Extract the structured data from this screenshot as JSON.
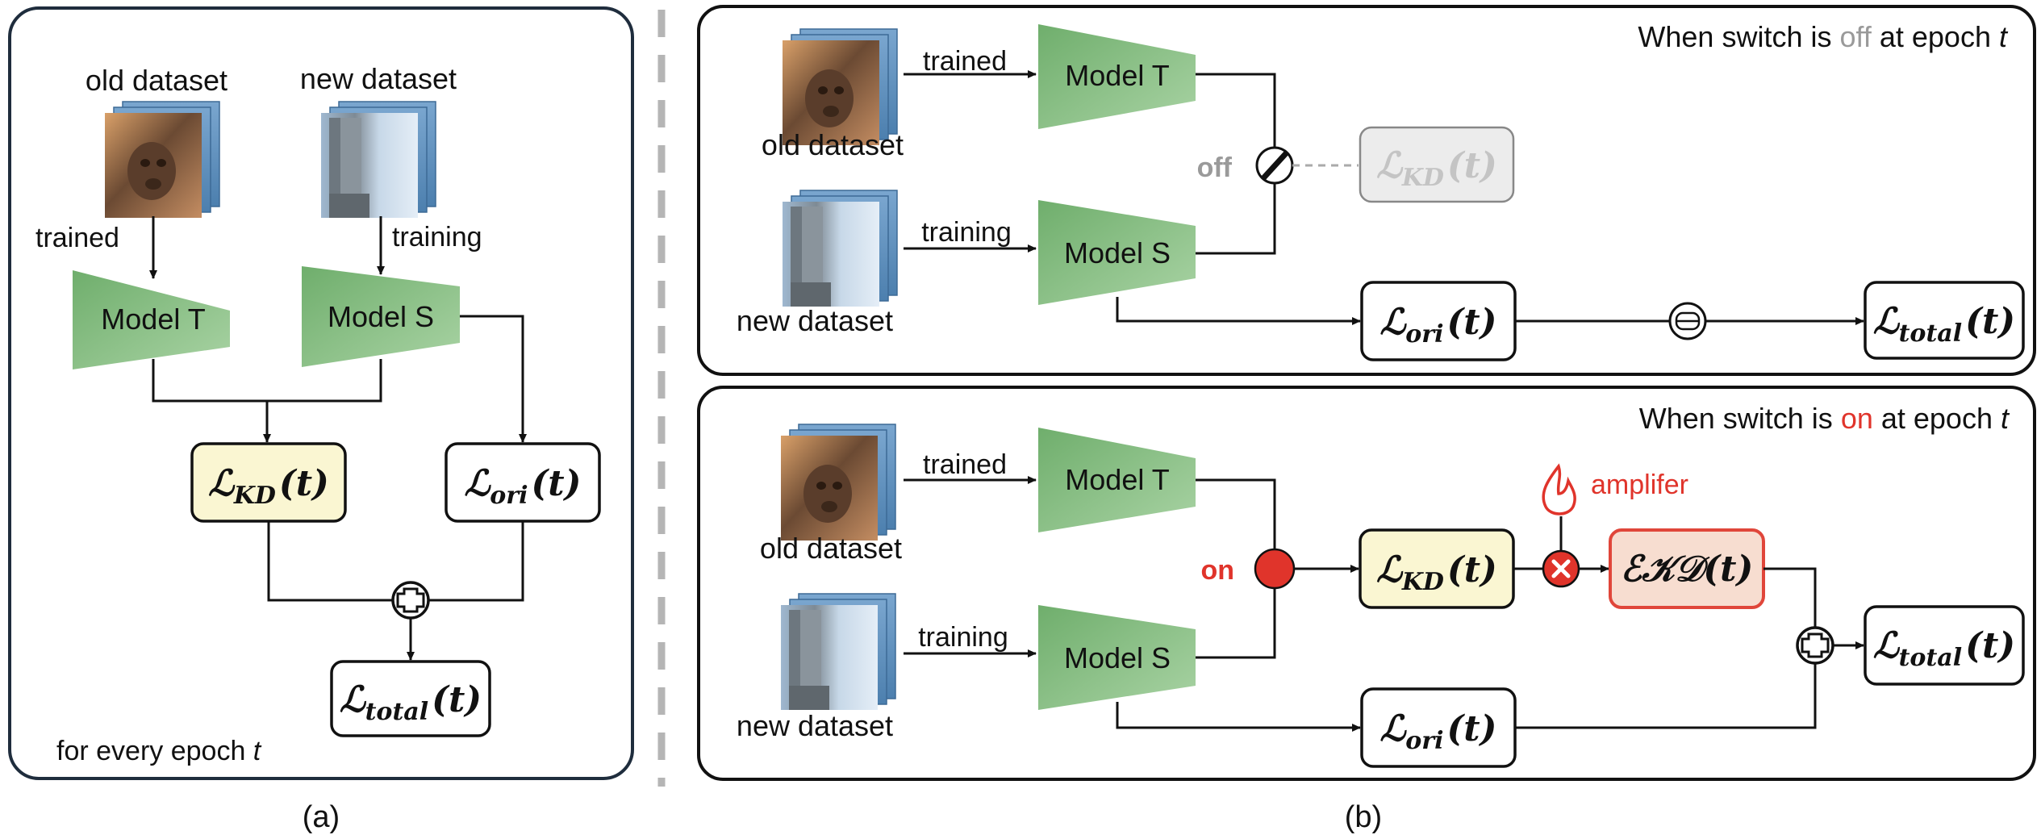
{
  "panel_a": {
    "old_dataset": "old dataset",
    "new_dataset": "new dataset",
    "trained": "trained",
    "training": "training",
    "model_t": "Model T",
    "model_s": "Model S",
    "loss_kd_main": "ℒ",
    "loss_kd_sub": "KD",
    "loss_kd_arg": "(t)",
    "loss_ori_main": "ℒ",
    "loss_ori_sub": "ori",
    "loss_ori_arg": "(t)",
    "loss_total_main": "ℒ",
    "loss_total_sub": "total",
    "loss_total_arg": "(t)",
    "footer_text": "for every epoch ",
    "footer_t": "t",
    "caption": "(a)"
  },
  "panel_b_top": {
    "title_prefix": "When switch is ",
    "title_state": "off",
    "title_suffix": " at epoch ",
    "title_t": "t",
    "old_dataset": "old dataset",
    "new_dataset": "new dataset",
    "trained": "trained",
    "training": "training",
    "model_t": "Model T",
    "model_s": "Model S",
    "switch_label": "off",
    "loss_kd_main": "ℒ",
    "loss_kd_sub": "KD",
    "loss_kd_arg": "(t)",
    "loss_ori_main": "ℒ",
    "loss_ori_sub": "ori",
    "loss_ori_arg": "(t)",
    "loss_total_main": "ℒ",
    "loss_total_sub": "total",
    "loss_total_arg": "(t)"
  },
  "panel_b_bottom": {
    "title_prefix": "When switch is ",
    "title_state": "on",
    "title_suffix": " at epoch ",
    "title_t": "t",
    "old_dataset": "old dataset",
    "new_dataset": "new dataset",
    "trained": "trained",
    "training": "training",
    "model_t": "Model T",
    "model_s": "Model S",
    "switch_label": "on",
    "amplifier": "amplifer",
    "loss_kd_main": "ℒ",
    "loss_kd_sub": "KD",
    "loss_kd_arg": "(t)",
    "ekd": "ℰ𝒦𝒟(t)",
    "loss_ori_main": "ℒ",
    "loss_ori_sub": "ori",
    "loss_ori_arg": "(t)",
    "loss_total_main": "ℒ",
    "loss_total_sub": "total",
    "loss_total_arg": "(t)"
  },
  "caption_b": "(b)",
  "colors": {
    "panel_border": "#1f2d3d",
    "model_fill": "#8cc08a",
    "kd_fill": "#faf6d2",
    "ekd_fill": "#f7ddd0",
    "ekd_border": "#e0463a",
    "red": "#e0342b",
    "gray_text": "#9a9a9a",
    "disabled_fill": "#ececec"
  }
}
